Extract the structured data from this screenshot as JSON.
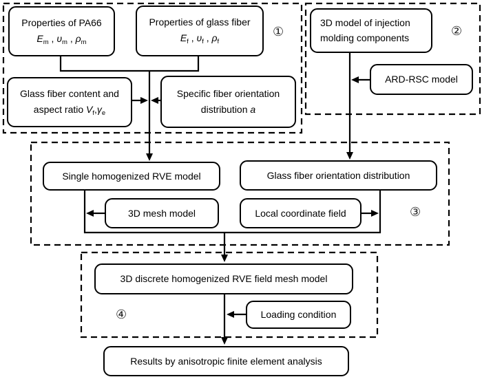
{
  "groups": [
    {
      "badge": "①"
    },
    {
      "badge": "②"
    },
    {
      "badge": "③"
    },
    {
      "badge": "④"
    }
  ],
  "boxes": {
    "pa66": {
      "title": "Properties of PA66",
      "sym": [
        {
          "base": "E",
          "sub": "m",
          "sep": " , "
        },
        {
          "base": "υ",
          "sub": "m",
          "sep": " , "
        },
        {
          "base": "ρ",
          "sub": "m",
          "sep": ""
        }
      ]
    },
    "glass_props": {
      "title": "Properties of glass fiber",
      "sym": [
        {
          "base": "E",
          "sub": "f",
          "sep": " , "
        },
        {
          "base": "υ",
          "sub": "f",
          "sep": " , "
        },
        {
          "base": "ρ",
          "sub": "f",
          "sep": ""
        }
      ]
    },
    "content": {
      "line1": "Glass fiber content and",
      "line2_prefix": "aspect ratio ",
      "sym": [
        {
          "base": "V",
          "sub": "f",
          "sep": ","
        },
        {
          "base": "γ",
          "sub": "e",
          "sep": ""
        }
      ]
    },
    "specific": {
      "line1": "Specific fiber orientation",
      "line2_prefix": "distribution ",
      "line2_var": "a"
    },
    "injection": {
      "line1": "3D model of injection",
      "line2": "molding components"
    },
    "ard_rsc": {
      "label": "ARD-RSC model"
    },
    "single_rve": {
      "label": "Single homogenized RVE model"
    },
    "fiber_orient": {
      "label": "Glass fiber orientation distribution"
    },
    "mesh3d": {
      "label": "3D mesh model"
    },
    "local_coord": {
      "label": "Local coordinate field"
    },
    "discrete_rve": {
      "label": "3D discrete homogenized RVE field mesh model"
    },
    "loading": {
      "label": "Loading condition"
    },
    "results": {
      "label": "Results by anisotropic finite element analysis"
    }
  },
  "colors": {
    "ink": "#000000",
    "paper": "#ffffff"
  }
}
